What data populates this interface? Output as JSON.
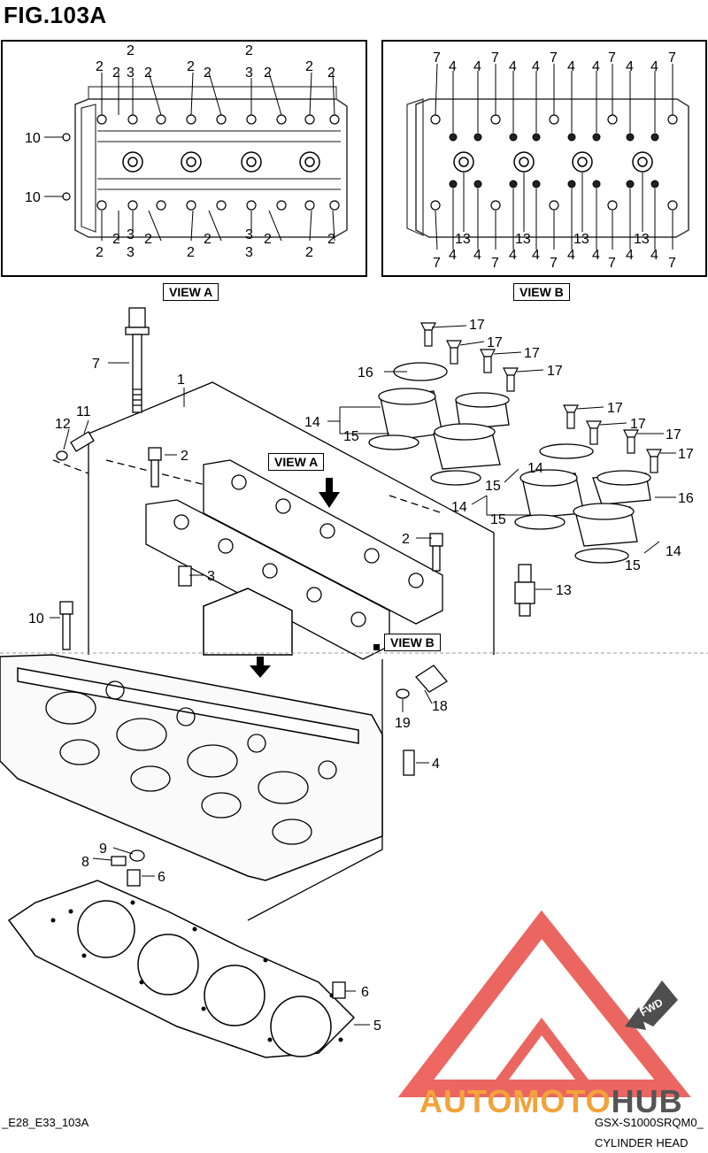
{
  "figure": {
    "title": "FIG.103A",
    "view_a_label": "VIEW A",
    "view_b_label": "VIEW B",
    "view_a_pointer": "VIEW A",
    "view_b_pointer": "VIEW B"
  },
  "footer": {
    "left_code": "_E28_E33_103A",
    "model": "GSX-S1000SRQM0_",
    "part_name": "CYLINDER HEAD"
  },
  "watermark": {
    "brand_a": "AUTOMOTO",
    "brand_b": "HUB",
    "fwd": "FWD",
    "color_red": "#e8403a",
    "color_orange": "#f2a23a"
  },
  "view_a": {
    "top_row_1": [
      "2",
      "2",
      "2",
      "2",
      "2",
      "2",
      "2",
      "2"
    ],
    "top_row_2": [
      "3",
      "3"
    ],
    "top_row_0": [
      "2",
      "2"
    ],
    "side": [
      "10",
      "10"
    ],
    "bottom_row_1": [
      "2",
      "2",
      "2",
      "2",
      "2",
      "2",
      "2",
      "2"
    ],
    "bottom_row_2": [
      "3",
      "3"
    ]
  },
  "view_b": {
    "top": [
      "7",
      "4",
      "4",
      "7",
      "4",
      "4",
      "7",
      "4",
      "4",
      "7",
      "4",
      "4",
      "7"
    ],
    "bottom_13": [
      "13",
      "13",
      "13",
      "13"
    ],
    "bottom": [
      "7",
      "4",
      "4",
      "7",
      "4",
      "4",
      "7",
      "4",
      "4",
      "7",
      "4",
      "4",
      "7"
    ]
  },
  "callouts": {
    "c1": "1",
    "c2a": "2",
    "c2b": "2",
    "c3": "3",
    "c4": "4",
    "c5": "5",
    "c6a": "6",
    "c6b": "6",
    "c7": "7",
    "c8": "8",
    "c9": "9",
    "c10": "10",
    "c11": "11",
    "c12": "12",
    "c13": "13",
    "c14a": "14",
    "c14b": "14",
    "c14c": "14",
    "c14d": "14",
    "c15a": "15",
    "c15b": "15",
    "c15c": "15",
    "c15d": "15",
    "c16a": "16",
    "c16b": "16",
    "c17a": "17",
    "c17b": "17",
    "c17c": "17",
    "c17d": "17",
    "c17e": "17",
    "c17f": "17",
    "c17g": "17",
    "c17h": "17",
    "c18": "18",
    "c19": "19"
  }
}
